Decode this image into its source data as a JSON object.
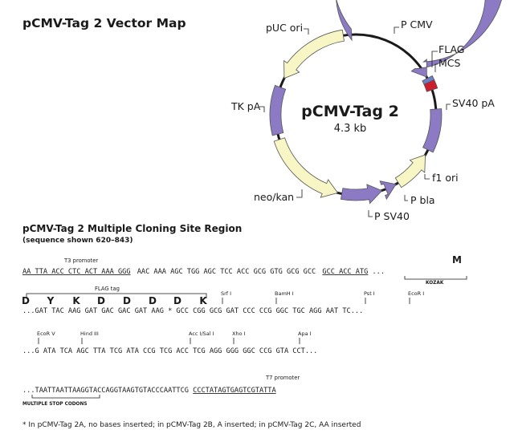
{
  "title": "pCMV-Tag 2 Vector Map",
  "plasmid": {
    "name": "pCMV-Tag 2",
    "size": "4.3 kb"
  },
  "colors": {
    "promoter": "#8d7ac4",
    "gene": "#f8f6c4",
    "flag": "#6c80c7",
    "mcs": "#cc1f2e",
    "backbone": "#1a1a1a"
  },
  "features": {
    "pcmv": "P CMV",
    "flag": "FLAG",
    "mcs": "MCS",
    "sv40pa": "SV40 pA",
    "f1ori": "f1 ori",
    "pbla": "P bla",
    "psv40": "P SV40",
    "neokan": "neo/kan",
    "tkpa": "TK pA",
    "puc": "pUC ori"
  },
  "mcs_section": {
    "heading": "pCMV-Tag 2 Multiple Cloning Site Region",
    "subheading": "(sequence shown 620–843)",
    "row1": {
      "label_t3": "T3 promoter",
      "aa_m": "M",
      "kozak": "KOZAK",
      "sequence": [
        "AA TTA ACC CTC ACT AAA GGG",
        "AAC AAA AGC TGG AGC TCC ACC GCG GTG GCG GCC",
        "GCC ACC ATG",
        "..."
      ]
    },
    "row2": {
      "label_flag": "FLAG tag",
      "aa": [
        "D",
        "Y",
        "K",
        "D",
        "D",
        "D",
        "D",
        "K"
      ],
      "sites": [
        "Srf I",
        "BamH I",
        "Pst I",
        "EcoR I"
      ],
      "sequence": "...GAT TAC AAG GAT GAC GAC GAT AAG * GCC CGG GCG GAT CCC CCG GGC TGC AGG AAT TC..."
    },
    "row3": {
      "sites": [
        "EcoR V",
        "Hind III",
        "Acc I/Sal I",
        "Xho I",
        "Apa I"
      ],
      "sequence": "...G ATA TCA AGC TTA TCG ATA CCG TCG ACC TCG AGG GGG GGC CCG GTA CCT..."
    },
    "row4": {
      "label_t7": "T7 promoter",
      "stop_label": "MULTIPLE STOP CODONS",
      "sequence": [
        "...TAATTAATTAAGGTACCAGGTAAGTGTACCCAATTCG",
        "CCCTATAGTGAGTCGTATTA"
      ]
    },
    "footnote": "* In pCMV-Tag 2A, no bases inserted; in pCMV-Tag 2B, A inserted; in pCMV-Tag 2C, AA inserted"
  }
}
